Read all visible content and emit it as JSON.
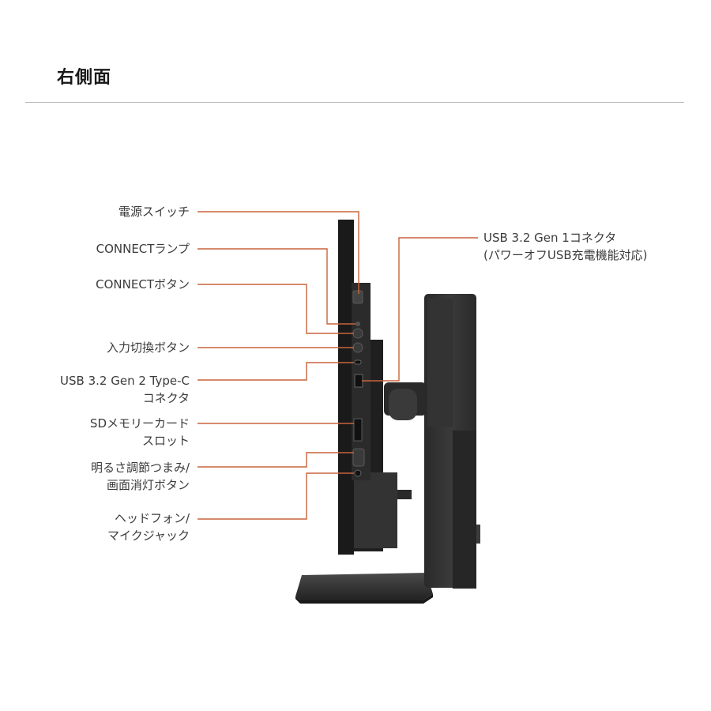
{
  "page": {
    "title": "右側面"
  },
  "labels": {
    "power_switch": {
      "lines": [
        "電源スイッチ"
      ]
    },
    "connect_lamp": {
      "lines": [
        "CONNECTランプ"
      ]
    },
    "connect_button": {
      "lines": [
        "CONNECTボタン"
      ]
    },
    "input_button": {
      "lines": [
        "入力切換ボタン"
      ]
    },
    "usb_c_gen2": {
      "lines": [
        "USB 3.2  Gen 2 Type-C",
        "コネクタ"
      ]
    },
    "sd_slot": {
      "lines": [
        "SDメモリーカード",
        "スロット"
      ]
    },
    "brightness_knob": {
      "lines": [
        "明るさ調節つまみ/",
        "画面消灯ボタン"
      ]
    },
    "headphone_jack": {
      "lines": [
        "ヘッドフォン/",
        "マイクジャック"
      ]
    },
    "usb_gen1": {
      "lines": [
        "USB 3.2 Gen 1コネクタ",
        "(パワーオフUSB充電機能対応)"
      ]
    }
  },
  "colors": {
    "leader_line": "#c8643c",
    "monitor_body": "#2c2c2c",
    "stand": "#2f2f2f",
    "text": "#3b3b3b"
  }
}
